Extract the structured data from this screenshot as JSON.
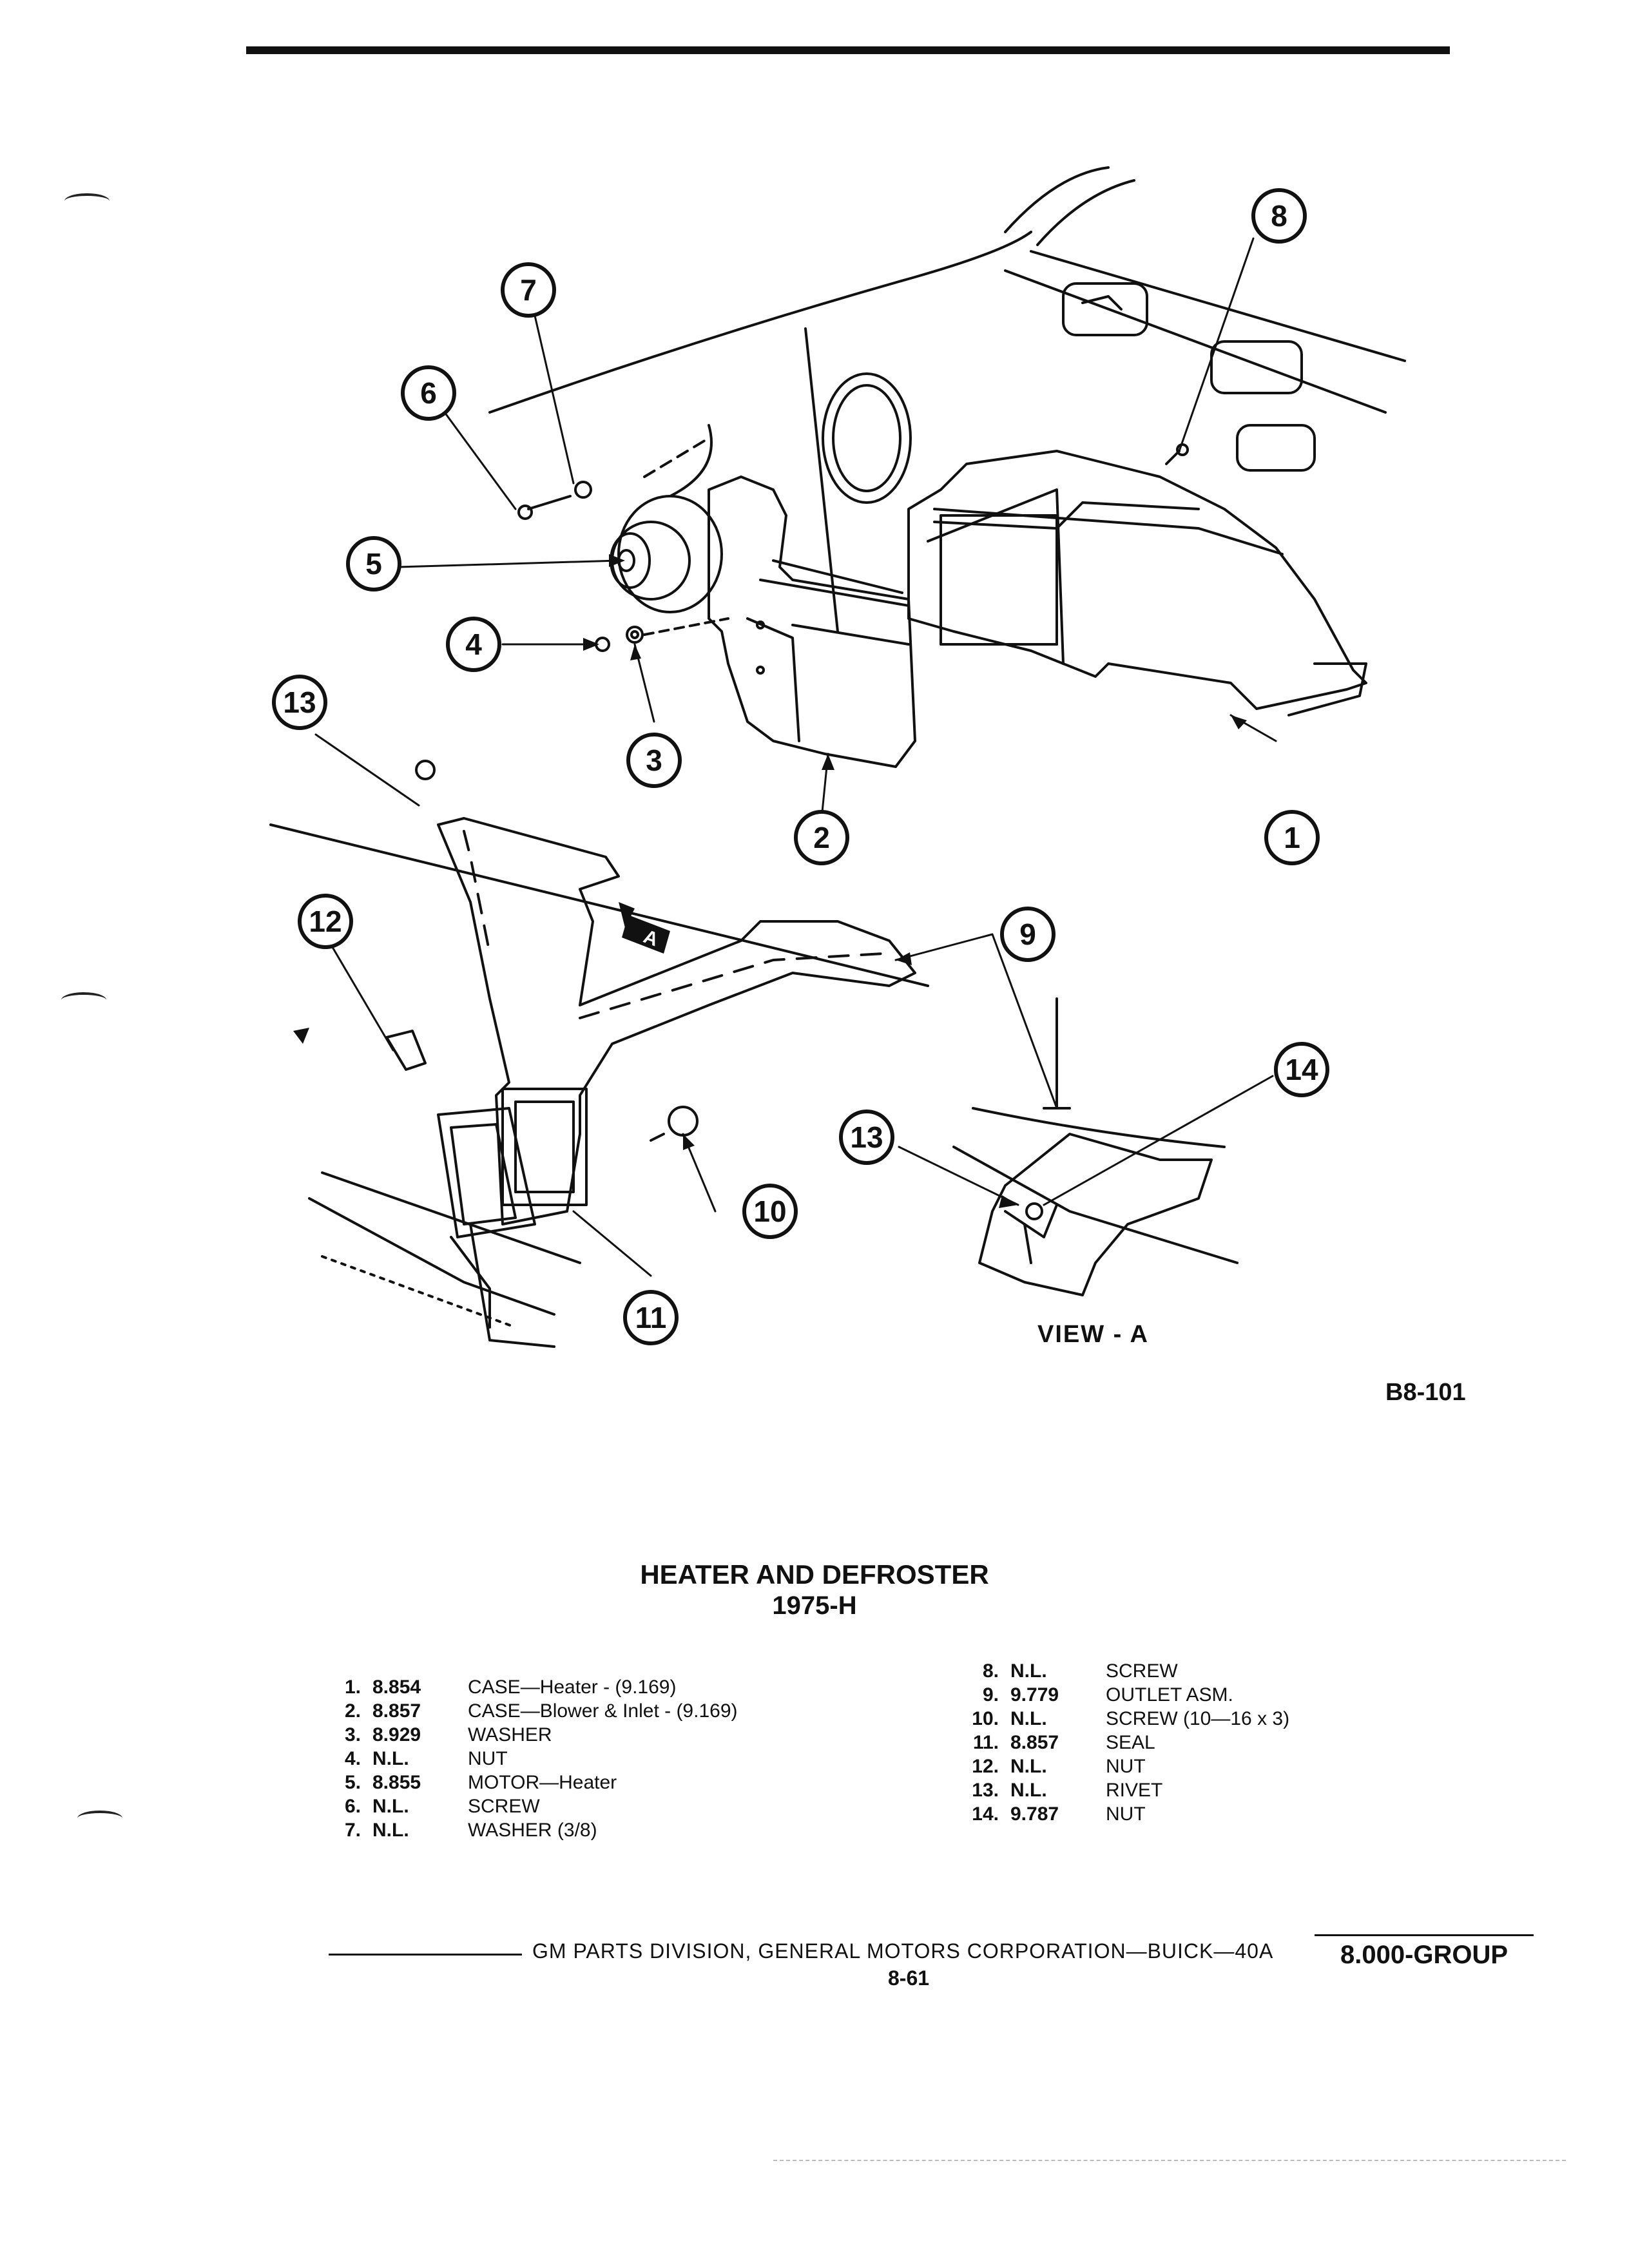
{
  "figure": {
    "callouts": [
      "1",
      "2",
      "3",
      "4",
      "5",
      "6",
      "7",
      "8",
      "9",
      "10",
      "11",
      "12",
      "13",
      "14",
      "13"
    ],
    "view_label": "VIEW - A",
    "detail_marker": "A",
    "figure_id": "B8-101"
  },
  "title": {
    "line1": "HEATER AND DEFROSTER",
    "line2": "1975-H"
  },
  "parts_left": [
    {
      "num": "1.",
      "group": "8.854",
      "desc": "CASE—Heater - (9.169)"
    },
    {
      "num": "2.",
      "group": "8.857",
      "desc": "CASE—Blower & Inlet - (9.169)"
    },
    {
      "num": "3.",
      "group": "8.929",
      "desc": "WASHER"
    },
    {
      "num": "4.",
      "group": "N.L.",
      "desc": "NUT"
    },
    {
      "num": "5.",
      "group": "8.855",
      "desc": "MOTOR—Heater"
    },
    {
      "num": "6.",
      "group": "N.L.",
      "desc": "SCREW"
    },
    {
      "num": "7.",
      "group": "N.L.",
      "desc": "WASHER (3/8)"
    }
  ],
  "parts_right": [
    {
      "num": "8.",
      "group": "N.L.",
      "desc": "SCREW"
    },
    {
      "num": "9.",
      "group": "9.779",
      "desc": "OUTLET ASM."
    },
    {
      "num": "10.",
      "group": "N.L.",
      "desc": "SCREW (10—16 x 3)"
    },
    {
      "num": "11.",
      "group": "8.857",
      "desc": "SEAL"
    },
    {
      "num": "12.",
      "group": "N.L.",
      "desc": "NUT"
    },
    {
      "num": "13.",
      "group": "N.L.",
      "desc": "RIVET"
    },
    {
      "num": "14.",
      "group": "9.787",
      "desc": "NUT"
    }
  ],
  "footer": {
    "text": "GM PARTS DIVISION, GENERAL MOTORS CORPORATION—BUICK—40A",
    "page": "8-61",
    "group": "8.000-GROUP"
  }
}
